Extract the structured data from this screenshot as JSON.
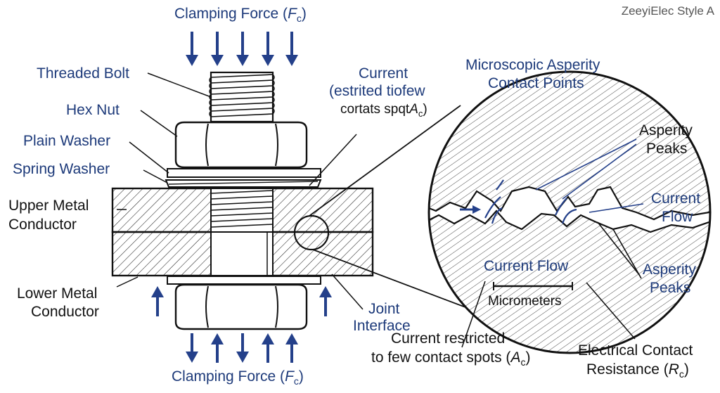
{
  "watermark": "ZeeyiElec Style A",
  "labels": {
    "clamp_top_main": "Clamping Force (",
    "clamp_top_sym": "F",
    "clamp_top_sub": "c",
    "clamp_top_close": ")",
    "clamp_bot_main": "Clamping Force (",
    "clamp_bot_sym": "F",
    "clamp_bot_sub": "c",
    "clamp_bot_close": ")",
    "threaded_bolt": "Threaded Bolt",
    "hex_nut": "Hex Nut",
    "plain_washer": "Plain Washer",
    "spring_washer": "Spring Washer",
    "upper_metal_1": "Upper Metal",
    "upper_metal_2": "Conductor",
    "lower_metal_1": "Lower Metal",
    "lower_metal_2": "Conductor",
    "current_1": "Current",
    "current_2": "(estrited tiofew",
    "current_3_main": "cortats spqt",
    "current_3_sym": "A",
    "current_3_sub": "c",
    "current_3_close": ")",
    "micro_1": "Microscopic Asperity",
    "micro_2": "Contact Points",
    "asperity_top_1": "Asperity",
    "asperity_top_2": "Peaks",
    "current_flow_right_1": "Current",
    "current_flow_right_2": "Flow",
    "asperity_bot_1": "Asperity",
    "asperity_bot_2": "Peaks",
    "current_flow_inside": "Current Flow",
    "micrometers": "Micrometers",
    "joint_1": "Joint",
    "joint_2": "Interface",
    "restricted_1": "Current restricted",
    "restricted_2_main": "to few contact spots (",
    "restricted_2_sym": "A",
    "restricted_2_sub": "c",
    "restricted_2_close": ")",
    "ecr_1": "Electrical Contact",
    "ecr_2_main": "Resistance (",
    "ecr_2_sym": "R",
    "ecr_2_sub": "c",
    "ecr_2_close": ")"
  },
  "colors": {
    "label_blue": "#1d3a7a",
    "arrow_blue": "#24408a",
    "outline": "#111111"
  }
}
